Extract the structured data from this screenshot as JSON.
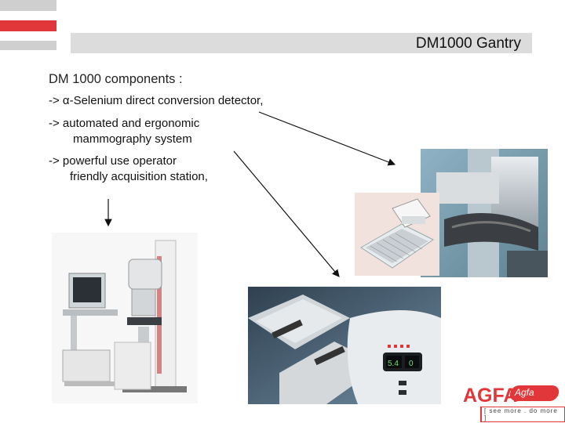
{
  "header": {
    "title": "DM1000 Gantry"
  },
  "content": {
    "heading": "DM 1000 components :",
    "bullets": [
      {
        "line1": "-> α-Selenium direct conversion detector,"
      },
      {
        "line1": "-> automated and ergonomic",
        "line2": "mammography system"
      },
      {
        "line1": "-> powerful use operator",
        "line2": "friendly acquisition  station,"
      }
    ]
  },
  "images": {
    "detector_photo": "detector-gantry-photo",
    "system_photo": "mammography-system-photo",
    "station_photo": "acquisition-station-photo",
    "station_display": "5.4",
    "station_display2": "0"
  },
  "logo": {
    "brand": "AGFA",
    "badge": "Agfa",
    "tagline": "[ see more . do more ]"
  },
  "colors": {
    "accent": "#e2373a",
    "title_bar": "#dcdcdc"
  }
}
